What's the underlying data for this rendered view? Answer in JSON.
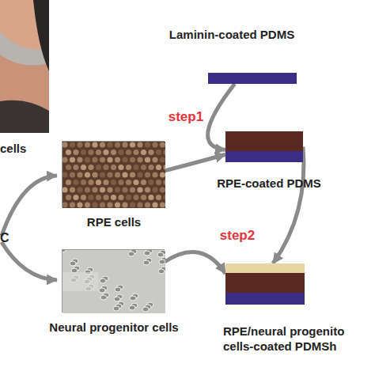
{
  "diagram": {
    "nodes": [
      {
        "text": [
          "cells"
        ]
      },
      {
        "text": [
          "Laminin-coated PDMS"
        ]
      },
      {
        "text": [
          "RPE cells"
        ]
      },
      {
        "text": [
          "RPE-coated PDMS"
        ]
      },
      {
        "text": [
          "Neural progenitor cells"
        ]
      },
      {
        "text": [
          "RPE/neural progenito cells-coated PDMSh"
        ]
      }
    ],
    "edges": [
      {
        "from": 1,
        "to": 3,
        "arrow": "to",
        "label": "step1"
      },
      {
        "from": 2,
        "to": 3,
        "arrow": "to"
      },
      {
        "from": 3,
        "to": 5,
        "arrow": "to",
        "label": "step2"
      },
      {
        "from": 4,
        "to": 5,
        "arrow": "to"
      }
    ],
    "labels": [
      "C"
    ]
  }
}
